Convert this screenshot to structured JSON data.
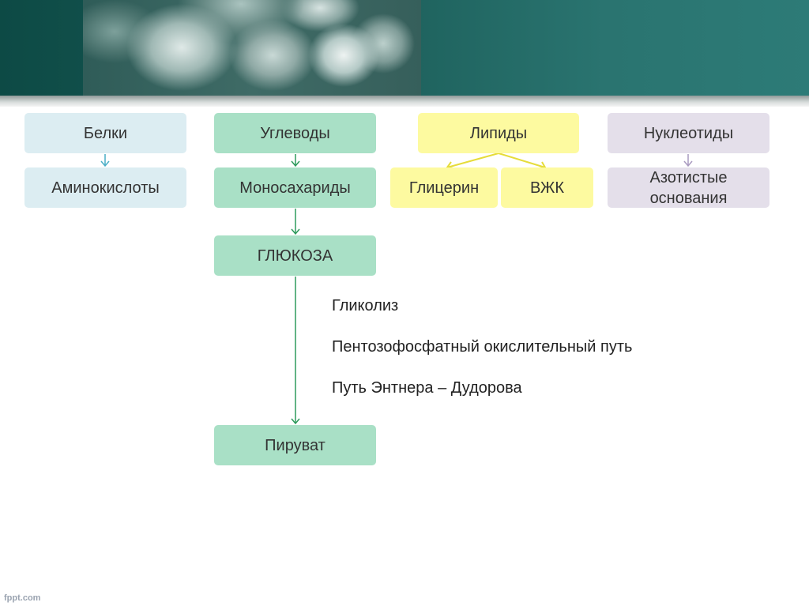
{
  "boxes": {
    "proteins": "Белки",
    "amino_acids": "Аминокислоты",
    "carbohydrates": "Углеводы",
    "monosaccharides": "Моносахариды",
    "glucose": "ГЛЮКОЗА",
    "pyruvate": "Пируват",
    "lipids": "Липиды",
    "glycerol": "Глицерин",
    "fatty_acids": "ВЖК",
    "nucleotides": "Нуклеотиды",
    "nitrogen_bases": "Азотистые основания"
  },
  "pathways": [
    "Гликолиз",
    "Пентозофосфатный окислительный путь",
    "Путь Энтнера – Дудорова"
  ],
  "footer": "fppt.com",
  "colors": {
    "banner": "#1c5f5a",
    "proteins": "#dcedf2",
    "carbohydrates": "#a9e0c6",
    "lipids": "#fdfaa0",
    "nucleotides": "#e4dfea",
    "arrow_green": "#2e9a5c",
    "arrow_teal": "#49aec6",
    "arrow_yellow": "#e6dc3a",
    "arrow_lavender": "#a99ac0"
  }
}
